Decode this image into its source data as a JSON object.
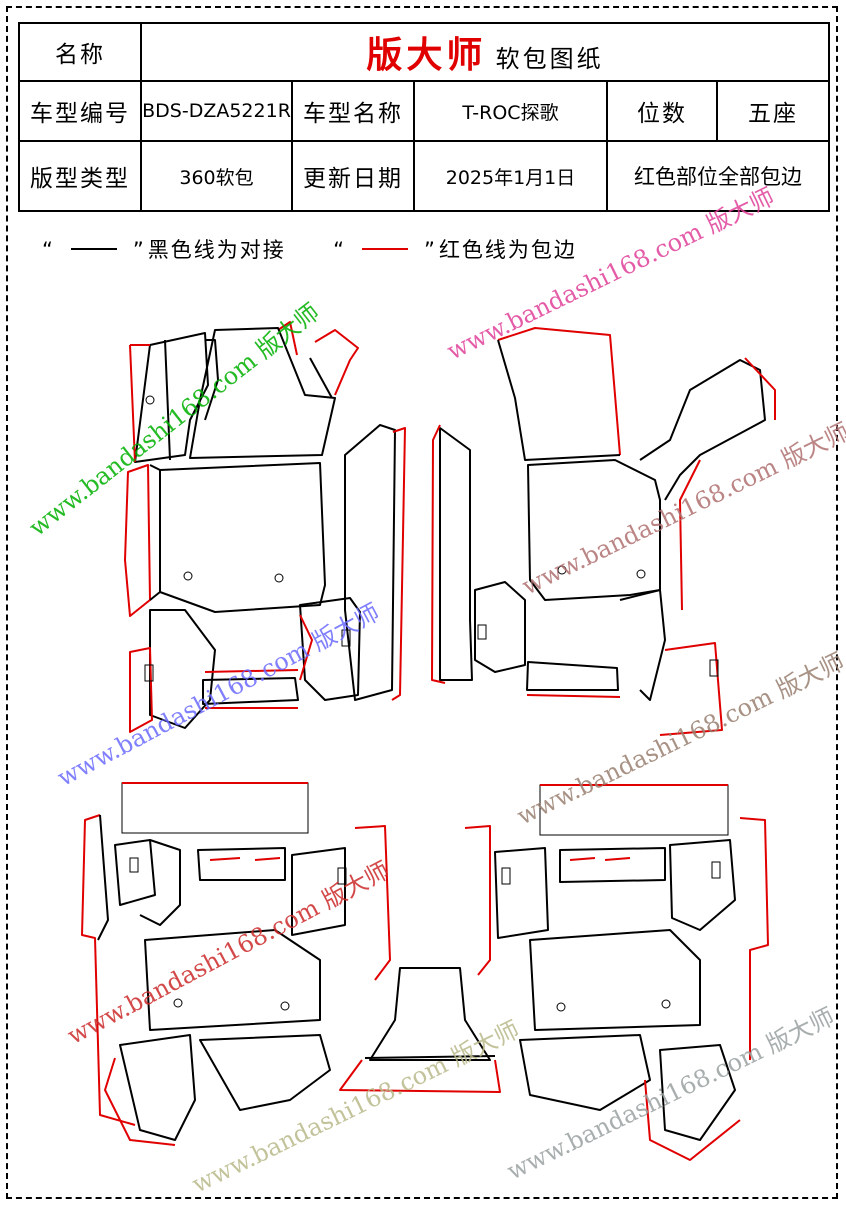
{
  "header": {
    "name_label": "名称",
    "brand": "版大师",
    "doc_title": "软包图纸",
    "model_code_label": "车型编号",
    "model_code": "BDS-DZA5221R",
    "model_name_label": "车型名称",
    "model_name": "T-ROC探歌",
    "seats_label": "位数",
    "seats": "五座",
    "pattern_type_label": "版型类型",
    "pattern_type": "360软包",
    "update_date_label": "更新日期",
    "update_date": "2025年1月1日",
    "note": "红色部位全部包边"
  },
  "legend": {
    "open_quote": "“",
    "close_quote": "”",
    "black_line_text": "黑色线为对接",
    "red_line_text": "红色线为包边"
  },
  "colors": {
    "butt_joint_line": "#000000",
    "edge_binding_line": "#e00000"
  },
  "watermark_text": "www.bandashi168.com 版大师"
}
